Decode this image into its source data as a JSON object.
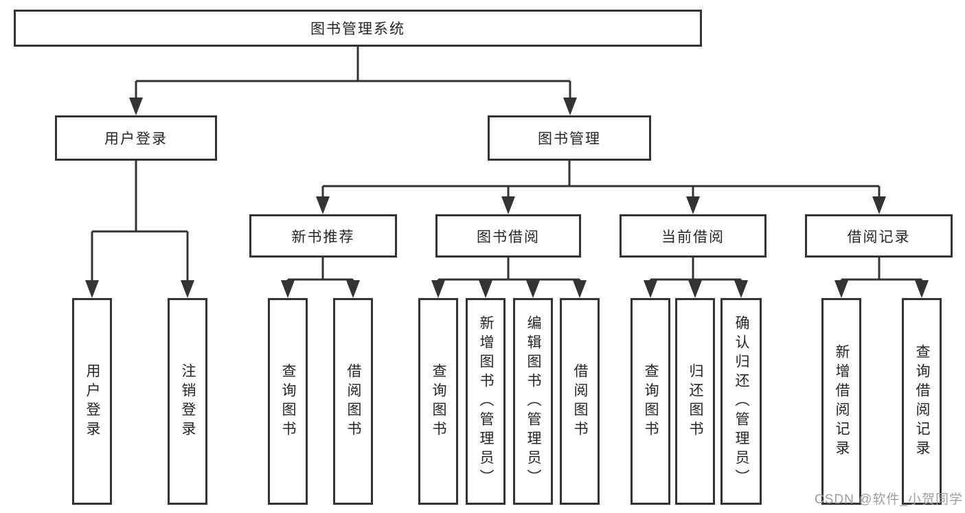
{
  "tree": {
    "root": "图书管理系统",
    "user_login": {
      "label": "用户登录",
      "children": [
        "用户登录",
        "注销登录"
      ]
    },
    "book_mgmt": {
      "label": "图书管理",
      "sections": [
        {
          "label": "新书推荐",
          "children": [
            "查询图书",
            "借阅图书"
          ]
        },
        {
          "label": "图书借阅",
          "children": [
            "查询图书",
            "新增图书（管理员）",
            "编辑图书（管理员）",
            "借阅图书"
          ]
        },
        {
          "label": "当前借阅",
          "children": [
            "查询图书",
            "归还图书",
            "确认归还（管理员）"
          ]
        },
        {
          "label": "借阅记录",
          "children": [
            "新增借阅记录",
            "查询借阅记录"
          ]
        }
      ]
    }
  },
  "watermark": "CSDN @软件_小贺同学",
  "colors": {
    "line": "#333333",
    "text": "#262626",
    "watermark": "#9e9e9e",
    "background": "#ffffff"
  }
}
